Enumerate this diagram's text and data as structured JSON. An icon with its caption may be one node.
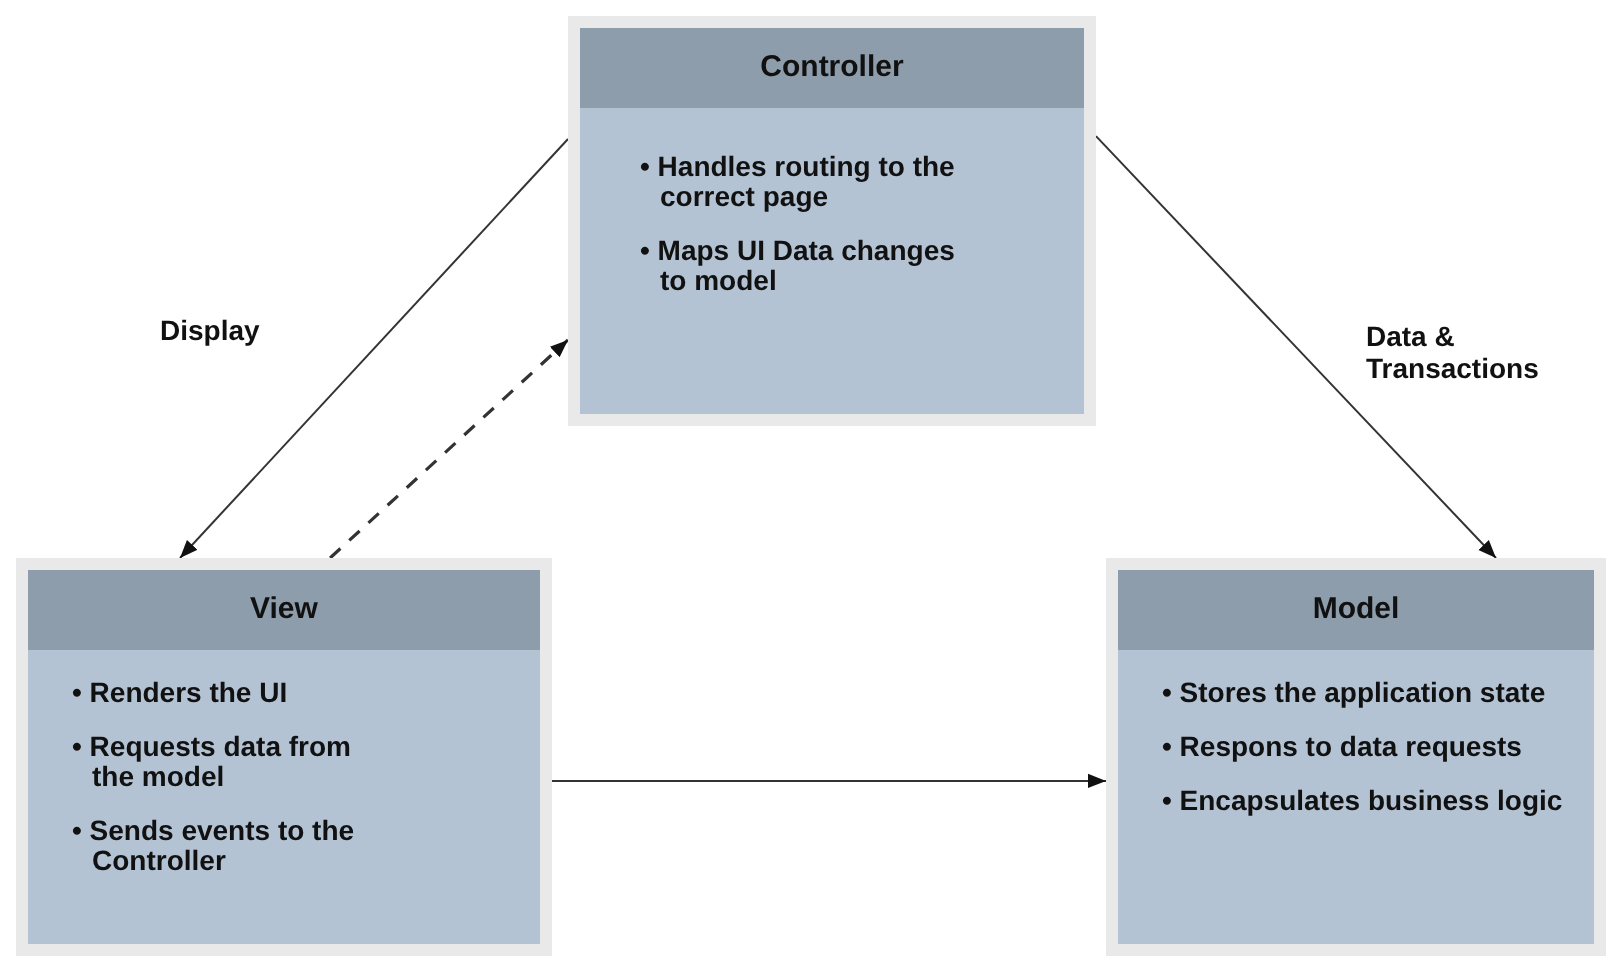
{
  "diagram": {
    "nodes": [
      {
        "text": [
          "Controller",
          "• Handles routing to the correct page",
          "• Maps UI Data changes to model"
        ]
      },
      {
        "text": [
          "View",
          "• Renders the UI",
          "• Requests data from the model",
          "• Sends events to the Controller"
        ]
      },
      {
        "text": [
          "Model",
          "• Stores the application state",
          "• Respons to data requests",
          "• Encapsulates business logic"
        ]
      }
    ],
    "edges": [
      {
        "from": 0,
        "to": 1,
        "arrow": "to",
        "label": "Display"
      },
      {
        "from": 1,
        "to": 0,
        "arrow": "to",
        "style": "dashed"
      },
      {
        "from": 0,
        "to": 2,
        "arrow": "to",
        "label": "Data & Transactions"
      },
      {
        "from": 1,
        "to": 2,
        "arrow": "to"
      }
    ]
  }
}
